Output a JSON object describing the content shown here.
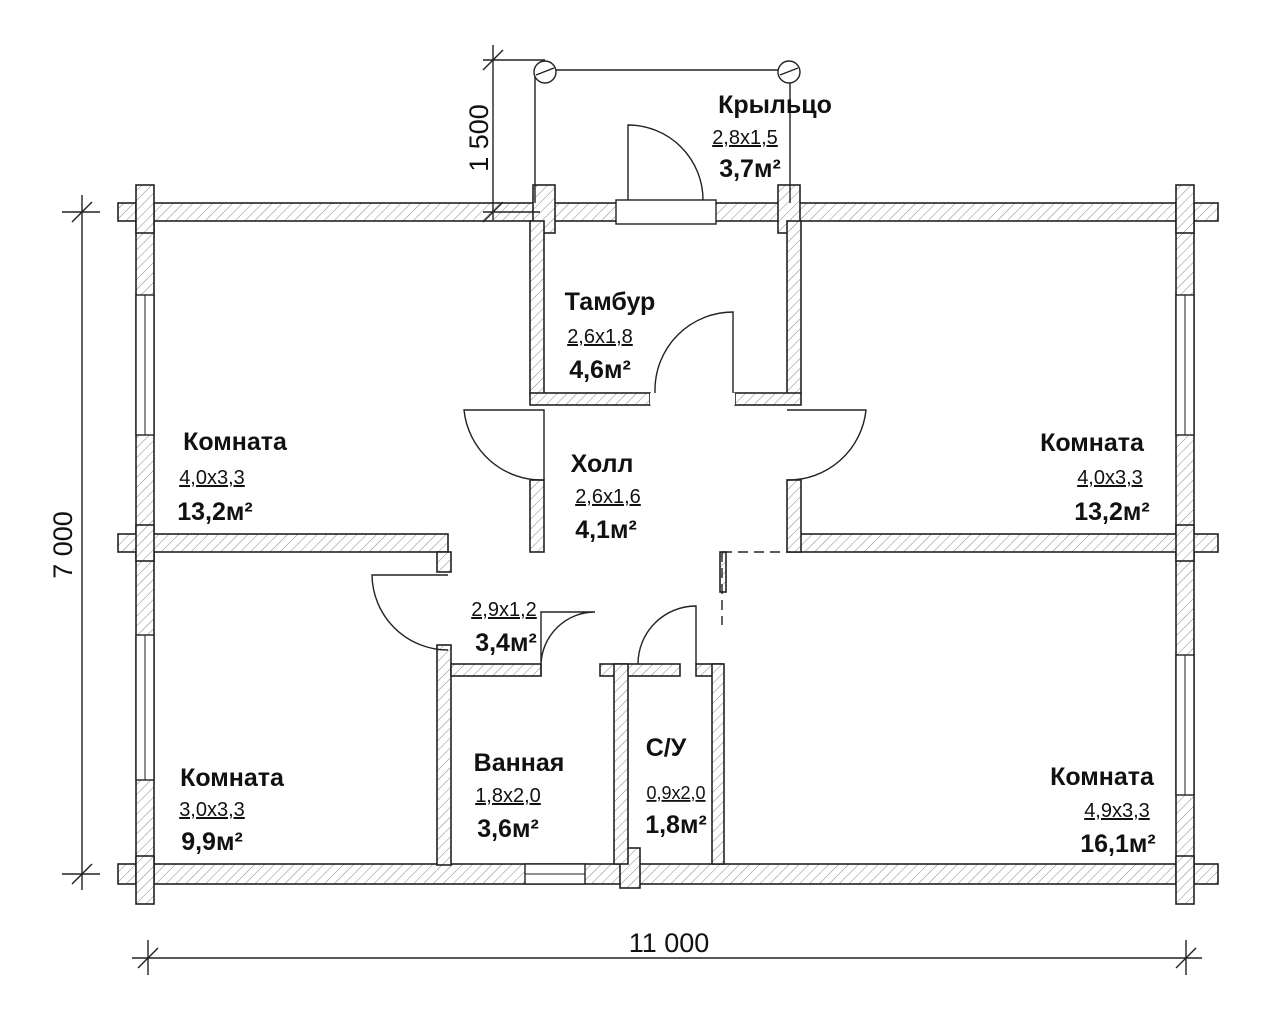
{
  "overall": {
    "width": "11 000",
    "height": "7 000",
    "porch_depth": "1 500"
  },
  "rooms": [
    {
      "id": "porch",
      "name": "Крыльцо",
      "dims": "2,8x1,5",
      "area": "3,7м²"
    },
    {
      "id": "tambur",
      "name": "Тамбур",
      "dims": "2,6x1,8",
      "area": "4,6м²"
    },
    {
      "id": "hall",
      "name": "Холл",
      "dims": "2,6x1,6",
      "area": "4,1м²"
    },
    {
      "id": "corr",
      "name": "",
      "dims": "2,9x1,2",
      "area": "3,4м²"
    },
    {
      "id": "room_tl",
      "name": "Комната",
      "dims": "4,0x3,3",
      "area": "13,2м²"
    },
    {
      "id": "room_tr",
      "name": "Комната",
      "dims": "4,0x3,3",
      "area": "13,2м²"
    },
    {
      "id": "room_bl",
      "name": "Комната",
      "dims": "3,0x3,3",
      "area": "9,9м²"
    },
    {
      "id": "room_br",
      "name": "Комната",
      "dims": "4,9x3,3",
      "area": "16,1м²"
    },
    {
      "id": "bath",
      "name": "Ванная",
      "dims": "1,8x2,0",
      "area": "3,6м²"
    },
    {
      "id": "wc",
      "name": "С/У",
      "dims": "0,9x2,0",
      "area": "1,8м²"
    }
  ]
}
